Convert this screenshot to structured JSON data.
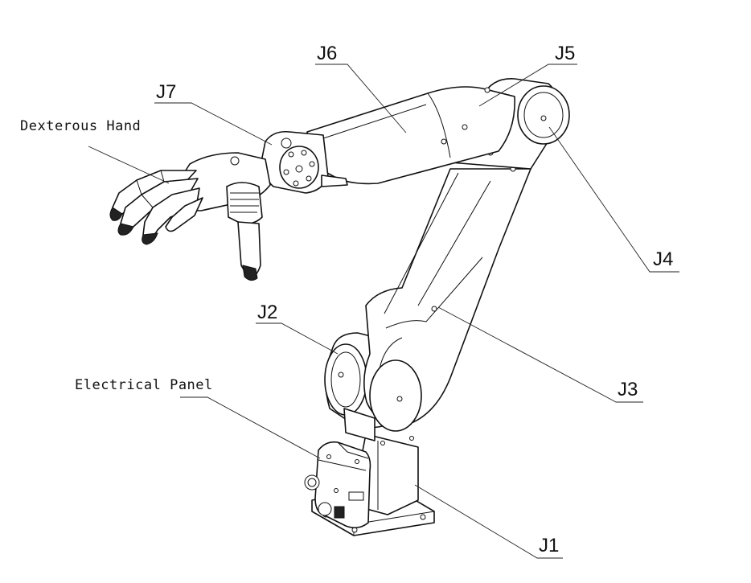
{
  "diagram": {
    "labels": {
      "dexterous_hand": "Dexterous Hand",
      "electrical_panel": "Electrical Panel",
      "j1": "J1",
      "j2": "J2",
      "j3": "J3",
      "j4": "J4",
      "j5": "J5",
      "j6": "J6",
      "j7": "J7"
    }
  }
}
